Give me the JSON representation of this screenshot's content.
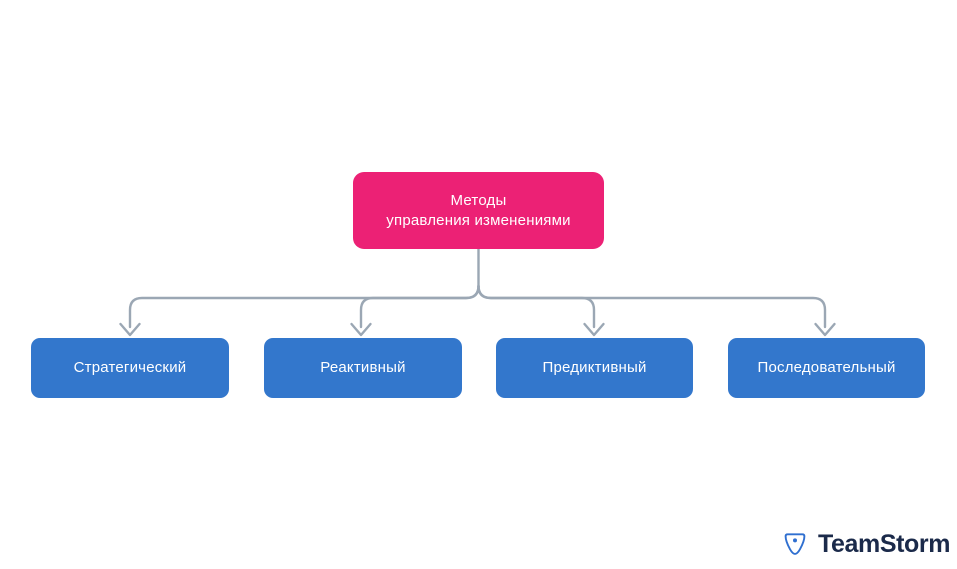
{
  "diagram": {
    "title": "Методы управления изменениями",
    "root": {
      "label": "Методы\nуправления изменениями",
      "color": "#ec2175"
    },
    "children": [
      {
        "label": "Стратегический",
        "color": "#3377cc"
      },
      {
        "label": "Реактивный",
        "color": "#3377cc"
      },
      {
        "label": "Предиктивный",
        "color": "#3377cc"
      },
      {
        "label": "Последовательный",
        "color": "#3377cc"
      }
    ],
    "connector_color": "#9ba7b4",
    "background_color": "#ffffff"
  },
  "branding": {
    "name": "TeamStorm",
    "icon": "triangle-funnel-icon",
    "text_color": "#1b2a4a",
    "icon_color": "#2f6fd0"
  }
}
